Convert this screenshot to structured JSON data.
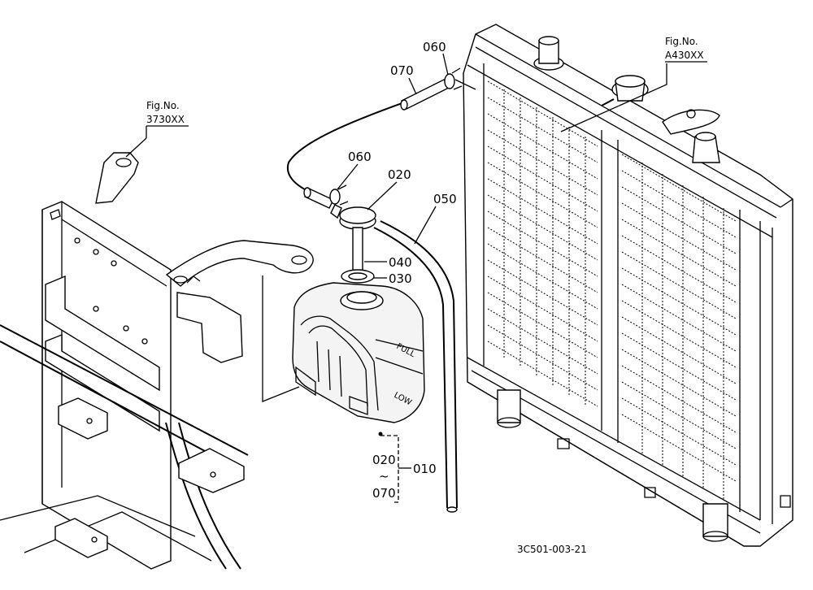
{
  "parts": [
    {
      "id": "p060a",
      "number": "060"
    },
    {
      "id": "p070",
      "number": "070"
    },
    {
      "id": "p060b",
      "number": "060"
    },
    {
      "id": "p020",
      "number": "020"
    },
    {
      "id": "p050",
      "number": "050"
    },
    {
      "id": "p040",
      "number": "040"
    },
    {
      "id": "p030",
      "number": "030"
    }
  ],
  "assembly": {
    "from": "020",
    "tilde": "~",
    "to": "070",
    "number": "010"
  },
  "references": [
    {
      "id": "ref_frame",
      "title": "Fig.No.",
      "code": "3730XX"
    },
    {
      "id": "ref_radiator",
      "title": "Fig.No.",
      "code": "A430XX"
    }
  ],
  "tank_markings": {
    "full": "FULL",
    "low": "LOW"
  },
  "drawing_code": "3C501-003-21"
}
